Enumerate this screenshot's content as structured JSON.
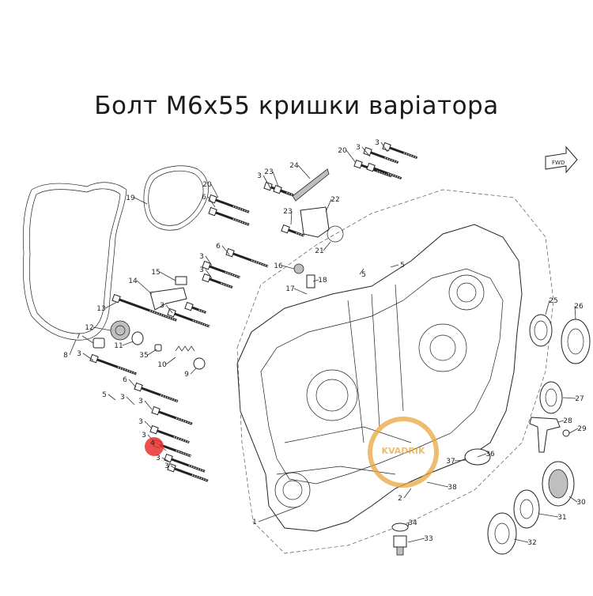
{
  "title": "Болт М6х55 кришки варіатора",
  "fwd_label": "FWD",
  "watermark": "KVADRIK",
  "highlight_color": "#e8312f",
  "highlight_part": "4",
  "callouts": [
    {
      "id": "c1",
      "text": "1"
    },
    {
      "id": "c2",
      "text": "2"
    },
    {
      "id": "c3a",
      "text": "3"
    },
    {
      "id": "c3b",
      "text": "3"
    },
    {
      "id": "c3c",
      "text": "3"
    },
    {
      "id": "c3d",
      "text": "3"
    },
    {
      "id": "c3e",
      "text": "3"
    },
    {
      "id": "c3f",
      "text": "3"
    },
    {
      "id": "c3g",
      "text": "3"
    },
    {
      "id": "c3h",
      "text": "3"
    },
    {
      "id": "c3i",
      "text": "3"
    },
    {
      "id": "c3j",
      "text": "3"
    },
    {
      "id": "c3k",
      "text": "3"
    },
    {
      "id": "c3l",
      "text": "3"
    },
    {
      "id": "c3m",
      "text": "3"
    },
    {
      "id": "c4",
      "text": "4"
    },
    {
      "id": "c5a",
      "text": "5"
    },
    {
      "id": "c5b",
      "text": "5"
    },
    {
      "id": "c5c",
      "text": "5"
    },
    {
      "id": "c6a",
      "text": "6"
    },
    {
      "id": "c6b",
      "text": "6"
    },
    {
      "id": "c6c",
      "text": "6"
    },
    {
      "id": "c7",
      "text": "7"
    },
    {
      "id": "c8",
      "text": "8"
    },
    {
      "id": "c9",
      "text": "9"
    },
    {
      "id": "c10",
      "text": "10"
    },
    {
      "id": "c11",
      "text": "11"
    },
    {
      "id": "c12",
      "text": "12"
    },
    {
      "id": "c13",
      "text": "13"
    },
    {
      "id": "c14",
      "text": "14"
    },
    {
      "id": "c15",
      "text": "15"
    },
    {
      "id": "c16",
      "text": "16"
    },
    {
      "id": "c17",
      "text": "17"
    },
    {
      "id": "c18",
      "text": "18"
    },
    {
      "id": "c19",
      "text": "19"
    },
    {
      "id": "c20a",
      "text": "20"
    },
    {
      "id": "c20b",
      "text": "20"
    },
    {
      "id": "c21",
      "text": "21"
    },
    {
      "id": "c22",
      "text": "22"
    },
    {
      "id": "c23a",
      "text": "23"
    },
    {
      "id": "c23b",
      "text": "23"
    },
    {
      "id": "c24",
      "text": "24"
    },
    {
      "id": "c25",
      "text": "25"
    },
    {
      "id": "c26",
      "text": "26"
    },
    {
      "id": "c27",
      "text": "27"
    },
    {
      "id": "c28",
      "text": "28"
    },
    {
      "id": "c29",
      "text": "29"
    },
    {
      "id": "c30",
      "text": "30"
    },
    {
      "id": "c31",
      "text": "31"
    },
    {
      "id": "c32",
      "text": "32"
    },
    {
      "id": "c33",
      "text": "33"
    },
    {
      "id": "c34",
      "text": "34"
    },
    {
      "id": "c35",
      "text": "35"
    },
    {
      "id": "c36",
      "text": "36"
    },
    {
      "id": "c37",
      "text": "37"
    },
    {
      "id": "c38",
      "text": "38"
    }
  ]
}
